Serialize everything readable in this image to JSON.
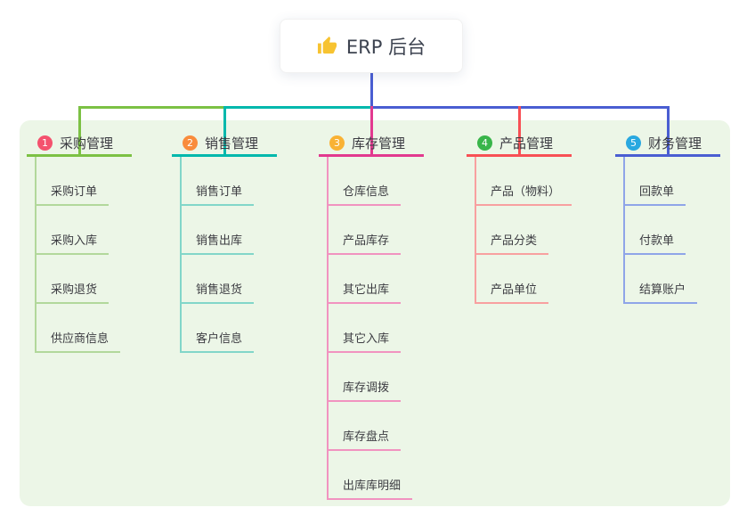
{
  "root": {
    "icon": "thumbs-up-icon",
    "label": "ERP 后台",
    "icon_color": "#f7c331",
    "connector_color": "#4a5ed2"
  },
  "panel": {
    "background_color": "#ecf6e7"
  },
  "branches": [
    {
      "badge": "1",
      "badge_color": "#f4526e",
      "label": "采购管理",
      "line_color": "#7cc144",
      "child_line_color": "#b2d89b",
      "children": [
        "采购订单",
        "采购入库",
        "采购退货",
        "供应商信息"
      ]
    },
    {
      "badge": "2",
      "badge_color": "#f98c3c",
      "label": "销售管理",
      "line_color": "#00b8ac",
      "child_line_color": "#82d6c9",
      "children": [
        "销售订单",
        "销售出库",
        "销售退货",
        "客户信息"
      ]
    },
    {
      "badge": "3",
      "badge_color": "#f9b234",
      "label": "库存管理",
      "line_color": "#e2398f",
      "child_line_color": "#f193c0",
      "children": [
        "仓库信息",
        "产品库存",
        "其它出库",
        "其它入库",
        "库存调拨",
        "库存盘点",
        "出库库明细"
      ]
    },
    {
      "badge": "4",
      "badge_color": "#39b54a",
      "label": "产品管理",
      "line_color": "#f85055",
      "child_line_color": "#f8a0a0",
      "children": [
        "产品（物料）",
        "产品分类",
        "产品单位"
      ]
    },
    {
      "badge": "5",
      "badge_color": "#29a8e0",
      "label": "财务管理",
      "line_color": "#4a5ed2",
      "child_line_color": "#8fa5e8",
      "children": [
        "回款单",
        "付款单",
        "结算账户"
      ]
    }
  ]
}
